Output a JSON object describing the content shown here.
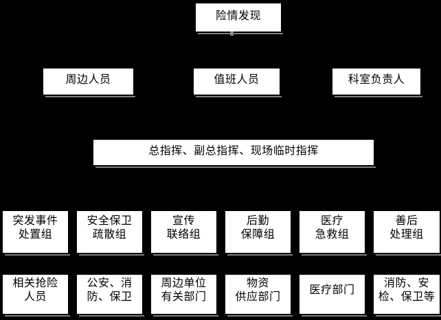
{
  "colors": {
    "background": "#000000",
    "node_fill": "#ffffff",
    "node_border": "#000000",
    "node_text": "#000000",
    "shadow": "#7f7f7f"
  },
  "flowchart": {
    "source": {
      "label": "险情发现"
    },
    "reporters": [
      {
        "label": "周边人员"
      },
      {
        "label": "值班人员"
      },
      {
        "label": "科室负责人"
      }
    ],
    "command": {
      "label": "总指挥、副总指挥、现场临时指挥"
    },
    "teams": [
      {
        "label": "突发事件\n处置组"
      },
      {
        "label": "安全保卫\n疏散组"
      },
      {
        "label": "宣传\n联络组"
      },
      {
        "label": "后勤\n保障组"
      },
      {
        "label": "医疗\n急救组"
      },
      {
        "label": "善后\n处理组"
      }
    ],
    "support_units": [
      {
        "label": "相关抢险\n人员"
      },
      {
        "label": "公安、消\n防、保卫"
      },
      {
        "label": "周边单位\n有关部门"
      },
      {
        "label": "物资\n供应部门"
      },
      {
        "label": "医疗部门"
      },
      {
        "label": "消防、安\n检、保卫等"
      }
    ]
  }
}
